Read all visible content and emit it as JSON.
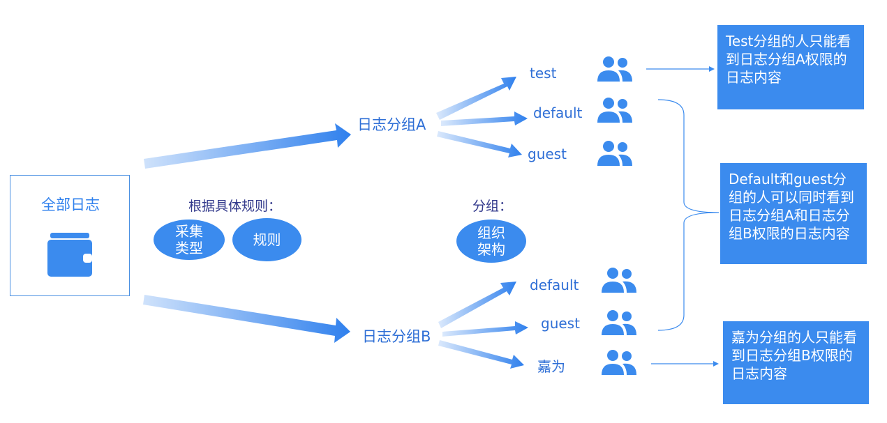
{
  "source": {
    "title": "全部日志",
    "icon": "wallet-icon"
  },
  "rules": {
    "heading": "根据具体规则：",
    "pills": [
      {
        "label": "采集\n类型"
      },
      {
        "label": "规则"
      }
    ]
  },
  "grouping": {
    "heading": "分组：",
    "pill": "组织\n架构"
  },
  "groups": [
    {
      "name": "日志分组A",
      "members": [
        "test",
        "default",
        "guest"
      ]
    },
    {
      "name": "日志分组B",
      "members": [
        "default",
        "guest",
        "嘉为"
      ]
    }
  ],
  "member_icon": "users-icon",
  "notes": [
    {
      "text": "Test分组的人只能看到日志分组A权限的日志内容"
    },
    {
      "text": "Default和guest分组的人可以同时看到日志分组A和日志分组B权限的日志内容"
    },
    {
      "text": "嘉为分组的人只能看到日志分组B权限的日志内容"
    }
  ],
  "colors": {
    "accent": "#3b8bee",
    "text": "#2f6fd6"
  }
}
